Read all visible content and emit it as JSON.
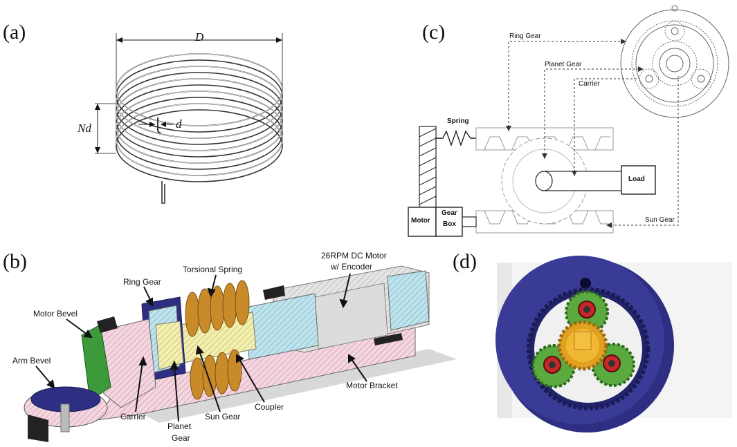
{
  "panels": {
    "a": {
      "letter": "(a)",
      "labels": {
        "diameter": "D",
        "height": "Nd",
        "wire": "d"
      }
    },
    "b": {
      "letter": "(b)",
      "labels": {
        "motor": "26RPM DC Motor",
        "motor2": "w/ Encoder",
        "torsional_spring": "Torsional Spring",
        "ring_gear": "Ring Gear",
        "motor_bevel": "Motor Bevel",
        "arm_bevel": "Arm Bevel",
        "carrier": "Carrier",
        "planet_gear_1": "Planet",
        "planet_gear_2": "Gear",
        "sun_gear": "Sun Gear",
        "coupler": "Coupler",
        "motor_bracket": "Motor Bracket"
      }
    },
    "c": {
      "letter": "(c)",
      "labels": {
        "ring_gear": "Ring Gear",
        "planet_gear": "Planet Gear",
        "carrier": "Carrier",
        "spring": "Spring",
        "load": "Load",
        "motor": "Motor",
        "gear_box_1": "Gear",
        "gear_box_2": "Box",
        "sun_gear": "Sun Gear"
      }
    },
    "d": {
      "letter": "(d)"
    }
  },
  "colors": {
    "ring": "#2e2f82",
    "sun": "#e0a020",
    "planet": "#5aaa40",
    "pin": "#c62828",
    "bracket": "#e8c8d0",
    "spring": "#c98a2a"
  }
}
